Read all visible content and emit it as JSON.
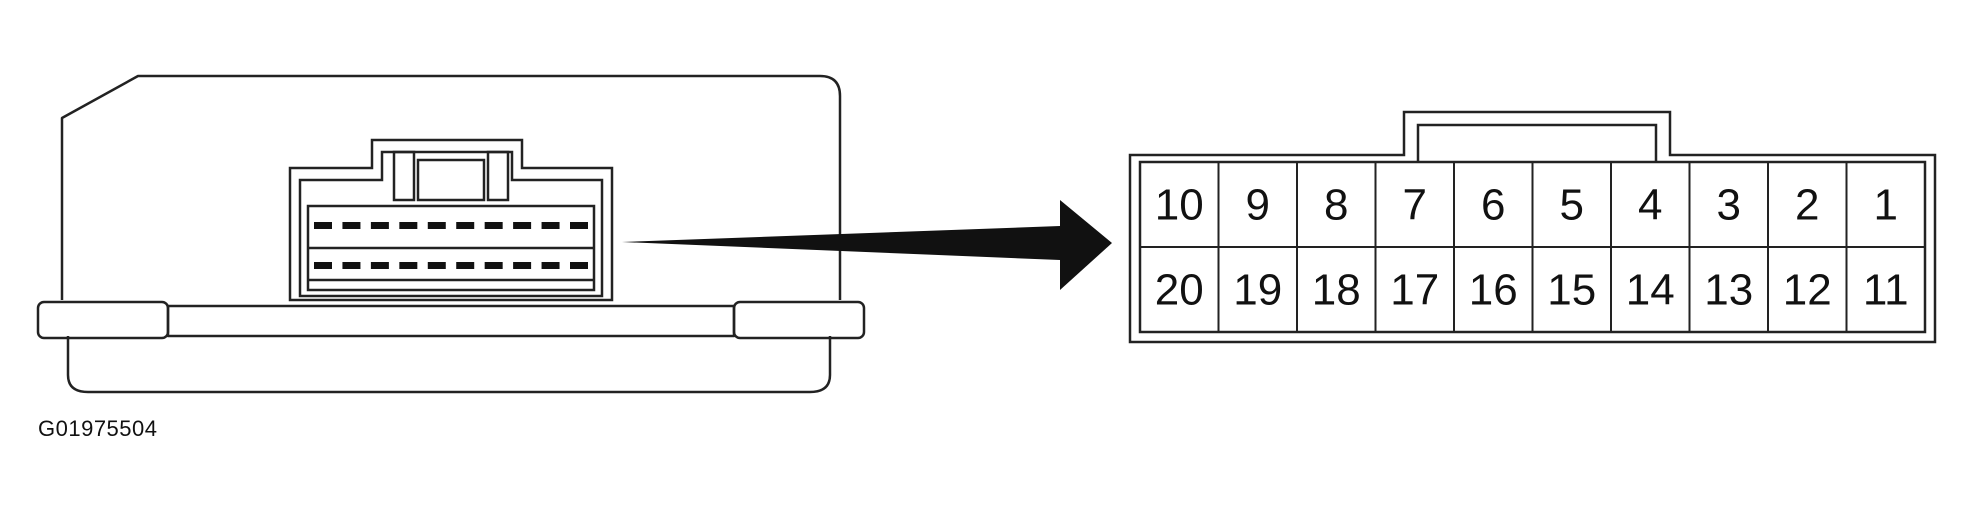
{
  "figure_id": "G01975504",
  "connector_pins": {
    "top_row": [
      "10",
      "9",
      "8",
      "7",
      "6",
      "5",
      "4",
      "3",
      "2",
      "1"
    ],
    "bottom_row": [
      "20",
      "19",
      "18",
      "17",
      "16",
      "15",
      "14",
      "13",
      "12",
      "11"
    ]
  },
  "colors": {
    "line": "#222222",
    "arrow": "#111111",
    "background": "#ffffff"
  }
}
